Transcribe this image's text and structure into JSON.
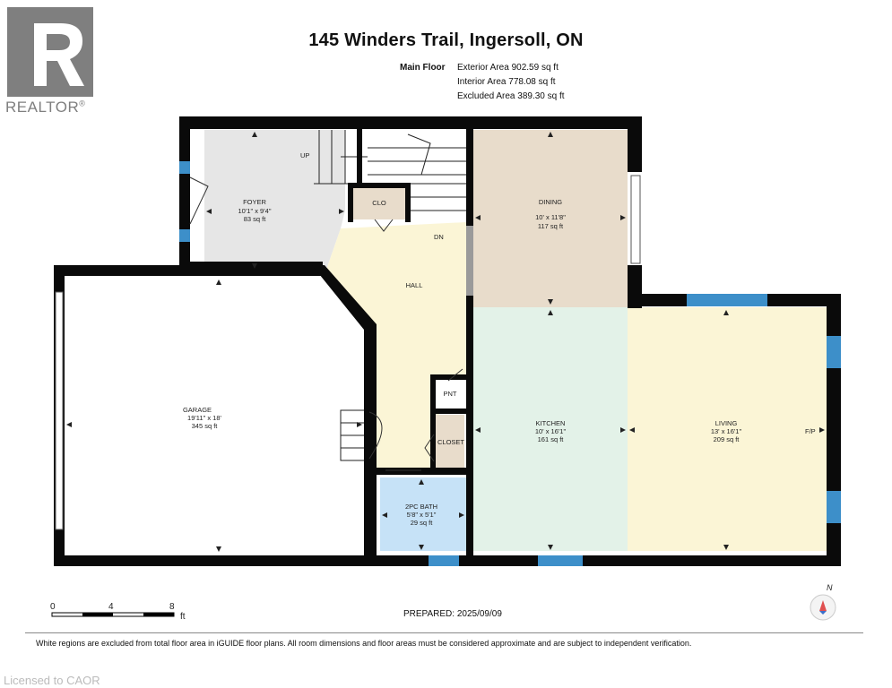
{
  "brand": {
    "name": "REALTOR",
    "registered": "®"
  },
  "title": "145 Winders Trail, Ingersoll, ON",
  "floor": {
    "name": "Main Floor",
    "exterior": "Exterior Area 902.59 sq ft",
    "interior": "Interior Area 778.08 sq ft",
    "excluded": "Excluded Area 389.30 sq ft"
  },
  "rooms": {
    "foyer": {
      "name": "FOYER",
      "dims": "10'1\" x 9'4\"",
      "area": "83 sq ft"
    },
    "clo": {
      "name": "CLO"
    },
    "dining": {
      "name": "DINING",
      "dims": "10' x 11'8\"",
      "area": "117 sq ft"
    },
    "hall": {
      "name": "HALL"
    },
    "garage": {
      "name": "GARAGE",
      "dims": "19'11\" x 18'",
      "area": "345 sq ft"
    },
    "pnt": {
      "name": "PNT"
    },
    "closet": {
      "name": "CLOSET"
    },
    "kitchen": {
      "name": "KITCHEN",
      "dims": "10' x 16'1\"",
      "area": "161 sq ft"
    },
    "living": {
      "name": "LIVING",
      "dims": "13' x 16'1\"",
      "area": "209 sq ft"
    },
    "bath": {
      "name": "2PC BATH",
      "dims": "5'8\" x 5'1\"",
      "area": "29 sq ft"
    }
  },
  "tags": {
    "up": "UP",
    "dn": "DN",
    "fp": "F/P"
  },
  "scale": {
    "ticks": [
      "0",
      "4",
      "8"
    ],
    "unit": "ft"
  },
  "compass": {
    "north": "N"
  },
  "prepared": "PREPARED: 2025/09/09",
  "disclaimer": "White regions are excluded from total floor area in iGUIDE floor plans. All room dimensions and floor areas must be considered approximate and are subject to independent verification.",
  "license": "Licensed to CAOR",
  "colors": {
    "foyer": "#e6e6e6",
    "dining": "#e8dccb",
    "hall": "#fbf5d6",
    "kitchen": "#e3f2e8",
    "living": "#fbf5d6",
    "bath": "#c6e2f7",
    "closet": "#e8dccb",
    "wall": "#0a0a0a",
    "window": "#3d8fc9"
  }
}
